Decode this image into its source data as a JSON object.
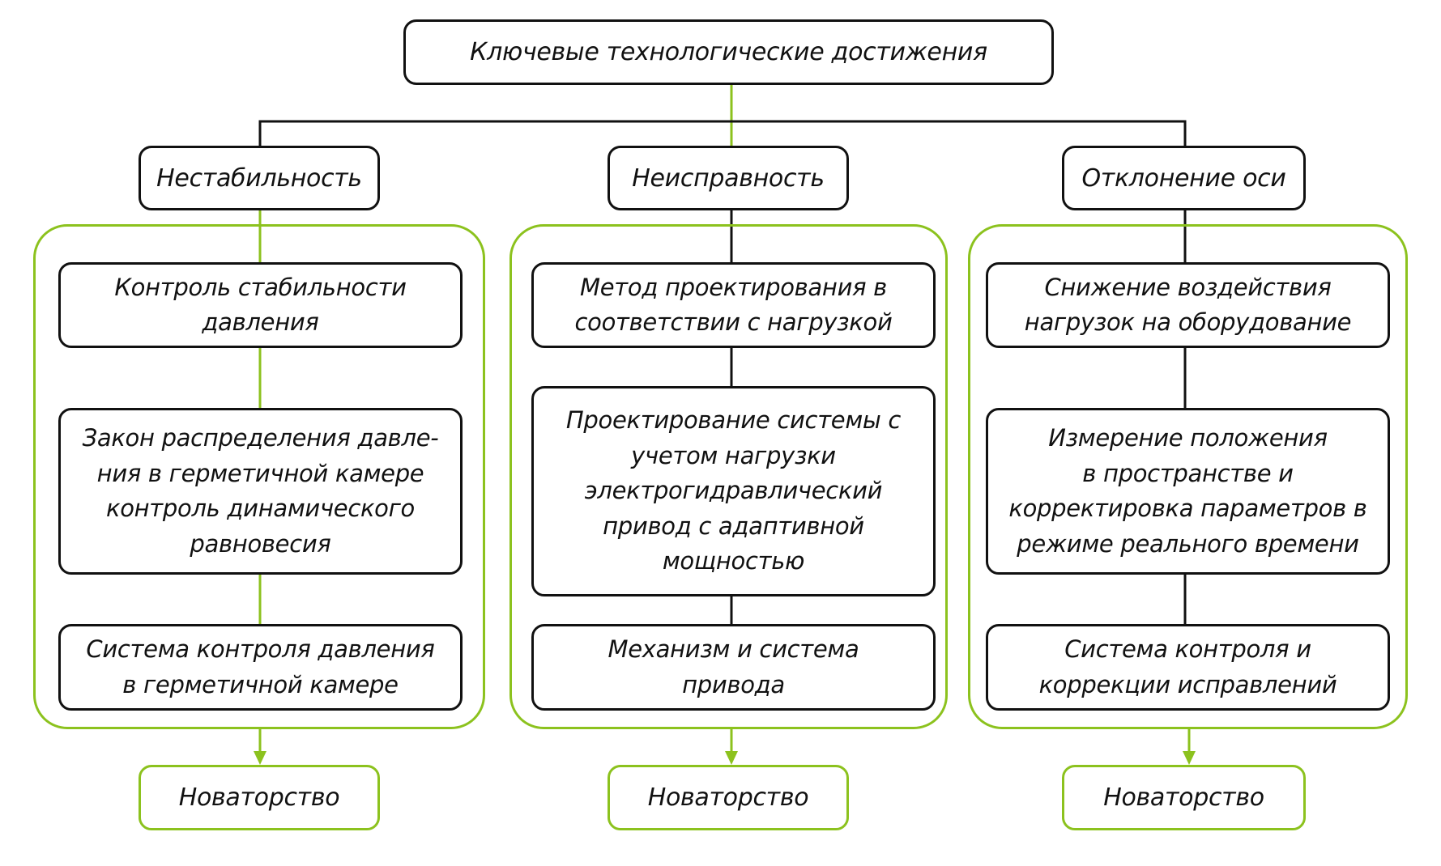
{
  "colors": {
    "accent_green": "#8cc21e",
    "line_black": "#111111"
  },
  "title": "Ключевые технологические достижения",
  "columns": [
    {
      "heading": "Нестабильность",
      "items": [
        "Контроль стабильности\nдавления",
        "Закон распределения давле-\nния в герметичной камере\nконтроль динамического\nравновесия",
        "Система контроля давления\nв герметичной камере"
      ],
      "outcome": "Новаторство"
    },
    {
      "heading": "Неисправность",
      "items": [
        "Метод проектирования в\nсоответствии с нагрузкой",
        "Проектирование системы с\nучетом нагрузки\nэлектрогидравлический\nпривод с адаптивной\nмощностью",
        "Механизм и система\nпривода"
      ],
      "outcome": "Новаторство"
    },
    {
      "heading": "Отклонение оси",
      "items": [
        "Снижение воздействия\nнагрузок на оборудование",
        "Измерение положения\nв пространстве и\nкорректировка параметров в\nрежиме реального времени",
        "Система контроля и\nкоррекции исправлений"
      ],
      "outcome": "Новаторство"
    }
  ]
}
